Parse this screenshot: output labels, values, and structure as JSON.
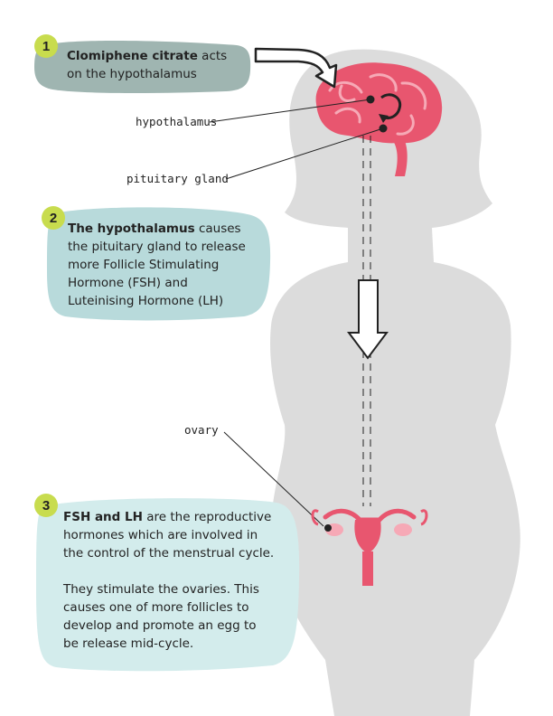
{
  "step1": {
    "number": "1",
    "bold": "Clomiphene citrate",
    "rest_line1": " acts",
    "line2": "on the hypothalamus"
  },
  "step2": {
    "number": "2",
    "bold": "The hypothalamus",
    "rest_line1": " causes",
    "lines": [
      "the pituitary gland to release",
      "more Follicle Stimulating",
      "Hormone (FSH) and",
      "Luteinising Hormone (LH)"
    ]
  },
  "step3": {
    "number": "3",
    "bold": "FSH and LH",
    "rest_line1": " are the reproductive",
    "lines": [
      "hormones which are involved in",
      "the control of the menstrual cycle."
    ],
    "para2": [
      "They stimulate the ovaries. This",
      "causes one of more follicles to",
      "develop and promote an egg to",
      "be release mid-cycle."
    ]
  },
  "labels": {
    "hypothalamus": "hypothalamus",
    "pituitary": "pituitary gland",
    "ovary": "ovary"
  },
  "colors": {
    "box1": "#9fb5b1",
    "box2": "#b8dadb",
    "box3": "#d3ecec",
    "badge": "#c8dc4e",
    "silhouette": "#dcdcdc",
    "organ": "#e8566f"
  }
}
